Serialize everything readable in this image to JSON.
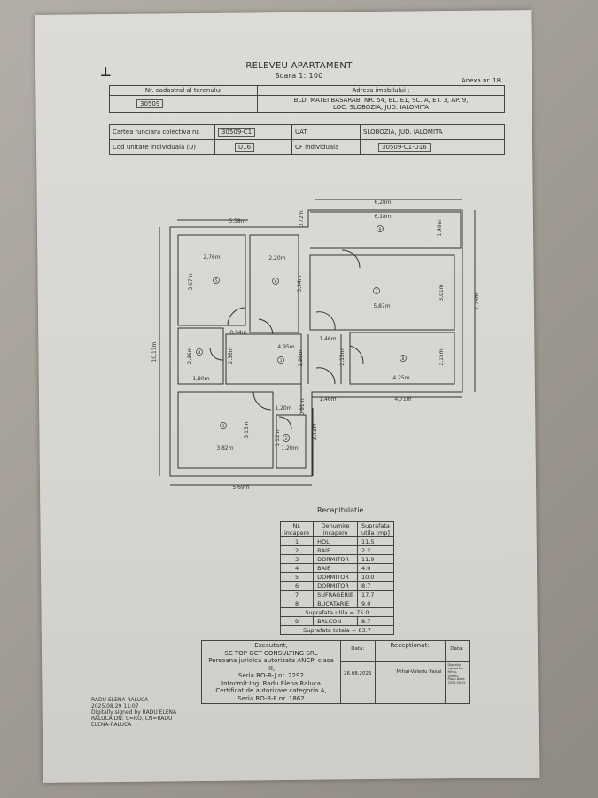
{
  "header": {
    "title": "RELEVEU APARTAMENT",
    "scale": "Scara 1: 100",
    "annex": "Anexa nr. 18"
  },
  "table1": {
    "cadastral_label": "Nr. cadastral al terenului",
    "cadastral_value": "30509",
    "address_label": "Adresa imobilului :",
    "address_line1": "BLD. MATEI BASARAB, NR. 54, BL. E1, SC. A, ET. 3, AP. 9,",
    "address_line2": "LOC. SLOBOZIA, JUD. IALOMITA"
  },
  "table2": {
    "cf_label": "Cartea funciara colectiva nr.",
    "cf_value": "30509-C1",
    "uat_label": "UAT",
    "uat_value": "SLOBOZIA, JUD. IALOMITA",
    "code_label": "Cod unitate individuala (U)",
    "code_value": "U16",
    "cfi_label": "CF individuala",
    "cfi_value": "30509-C1-U16"
  },
  "plan": {
    "rooms": [
      "1",
      "2",
      "3",
      "4",
      "5",
      "6",
      "7",
      "8",
      "9"
    ],
    "dims": {
      "total_width_left": "5,58m",
      "total_width_right": "6,28m",
      "balcony_width": "6,18m",
      "balcony_offset": "0,72m",
      "balcony_depth": "1,49m",
      "height_left": "10,11m",
      "height_right": "7,28m",
      "r5_w": "2,76m",
      "r5_h": "3,67m",
      "r6_w": "2,20m",
      "r6_h": "3,94m",
      "r7_w": "5,87m",
      "r7_h": "3,01m",
      "door": "0,94m",
      "hall_w": "4,95m",
      "hall_h": "2,36m",
      "r4_h": "2,36m",
      "r4_w": "1,80m",
      "hall_h2": "1,99m",
      "corr_w": "1,46m",
      "corr_h": "2,15m",
      "r8_w": "4,25m",
      "r8_h": "2,15m",
      "bottom_mid": "1,46m",
      "bottom_right": "4,71m",
      "r2_door": "1,20m",
      "r2_gap": "0,91m",
      "r3_h": "3,13m",
      "r3_w": "3,82m",
      "r2_w": "1,20m",
      "r2_h": "1,12m",
      "wing_h": "3,43m",
      "bottom_total": "5,69m"
    }
  },
  "recap": {
    "title": "Recapitulatie",
    "headers": [
      "Nr. incapere",
      "Denumire incapere",
      "Suprafata utila [mp]"
    ],
    "rows": [
      [
        "1",
        "HOL",
        "11.5"
      ],
      [
        "2",
        "BAIE",
        "2.2"
      ],
      [
        "3",
        "DORMITOR",
        "11.9"
      ],
      [
        "4",
        "BAIE",
        "4.0"
      ],
      [
        "5",
        "DORMITOR",
        "10.0"
      ],
      [
        "6",
        "DORMITOR",
        "8.7"
      ],
      [
        "7",
        "SUFRAGERIE",
        "17.7"
      ],
      [
        "8",
        "BUCATARIE",
        "9.0"
      ]
    ],
    "util_total": "Suprafata utila = 75.0",
    "balcony": [
      "9",
      "BALCON",
      "8.7"
    ],
    "grand_total": "Suprafata totala = 83.7"
  },
  "executant": {
    "l1": "Executant,",
    "l2": "SC TOP GCT CONSULTING SRL",
    "l3": "Persoana juridica autorizata ANCPI clasa III,",
    "l4": "Seria RO-B-J nr. 2292",
    "l5": "Intocmit:Ing. Radu Elena Raluca",
    "l6": "Certificat de autorizare categoria A,",
    "l7": "Seria RO-B-F nr. 1862",
    "date_label": "Data:",
    "date_value": "26.08.2025",
    "received_label": "Receptionat:",
    "receiver": "Mihai-Valeriu Pasai",
    "date2_label": "Data:",
    "receiver_sig": "Digitally signed by Mihai-Valeriu Pasai Date: 2025.09.12"
  },
  "signature": {
    "l1": "RADU ELENA-RALUCA",
    "l2": "2025.08.29 11:07",
    "l3": "Digitally signed by RADU ELENA",
    "l4": "RALUCA DN: C=RO, CN=RADU",
    "l5": "ELENA-RALUCA"
  }
}
